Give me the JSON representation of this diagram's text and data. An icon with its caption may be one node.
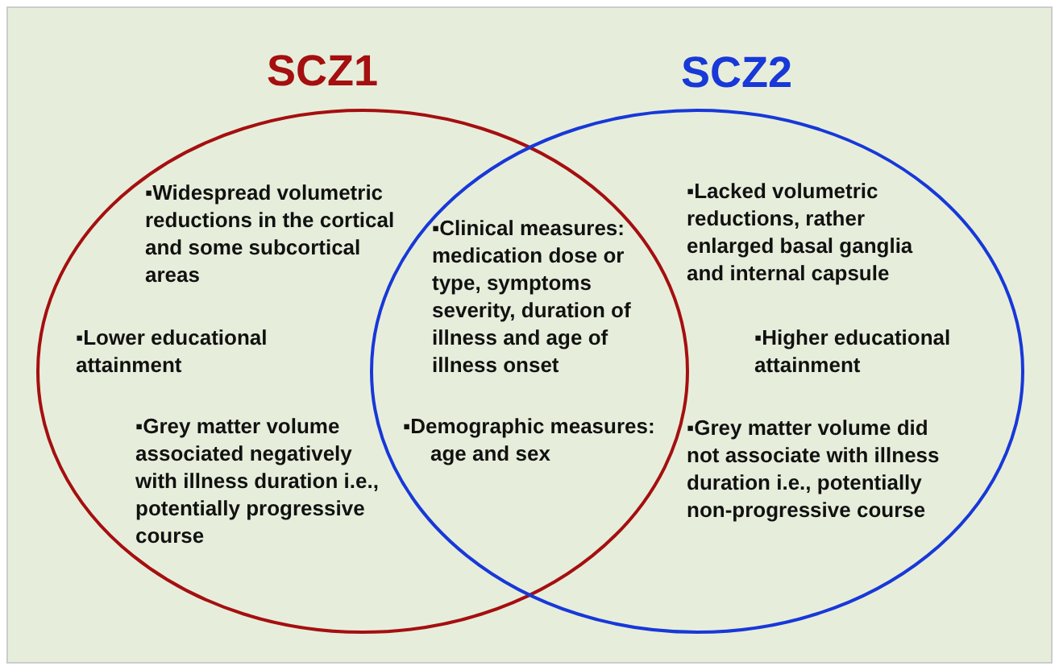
{
  "diagram": {
    "nodes": [
      {
        "text": [
          "SCZ1",
          "▪Widespread volumetric reductions in the cortical and some subcortical areas",
          "▪Lower educational attainment",
          "▪Grey matter volume associated negatively with illness duration i.e., potentially progressive course"
        ]
      },
      {
        "text": [
          "SCZ2",
          "▪Lacked volumetric reductions, rather enlarged basal ganglia and internal capsule",
          "▪Higher educational attainment",
          "▪Grey matter volume did not associate with illness duration i.e., potentially non-progressive course"
        ]
      }
    ],
    "labels": [
      "▪Clinical measures: medication dose or type, symptoms severity, duration of illness and age of illness onset",
      "▪Demographic measures: age and sex"
    ]
  }
}
